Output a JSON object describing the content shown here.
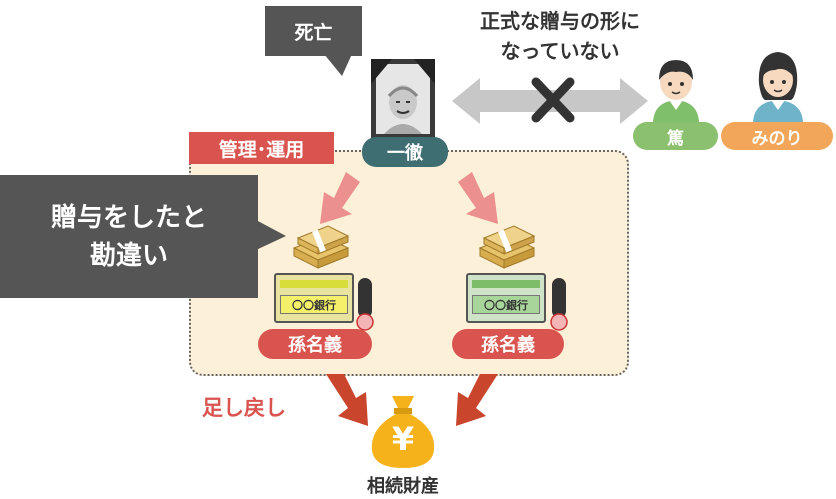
{
  "death_label": "死亡",
  "note_line1": "正式な贈与の形に",
  "note_line2": "なっていない",
  "grandfather_name": "一徹",
  "grandson_name": "篤",
  "granddaughter_name": "みのり",
  "management_label": "管理･運用",
  "misunderstanding_line1": "贈与をしたと",
  "misunderstanding_line2": "勘違い",
  "bank_label_left": "〇〇銀行",
  "bank_label_right": "〇〇銀行",
  "account_name_left": "孫名義",
  "account_name_right": "孫名義",
  "addback_label": "足し戻し",
  "estate_label": "相続財産",
  "yen_symbol": "¥",
  "colors": {
    "dark_bubble": "#555555",
    "red_tag": "#d9534f",
    "teal_tag": "#3f6e72",
    "green_tag": "#8bc06f",
    "orange_tag": "#f2a65a",
    "area_bg": "#fdf0d8",
    "estate_arrow": "#c9452b",
    "pink_arrow": "#ec8f8f",
    "gold": "#f5b21b"
  }
}
